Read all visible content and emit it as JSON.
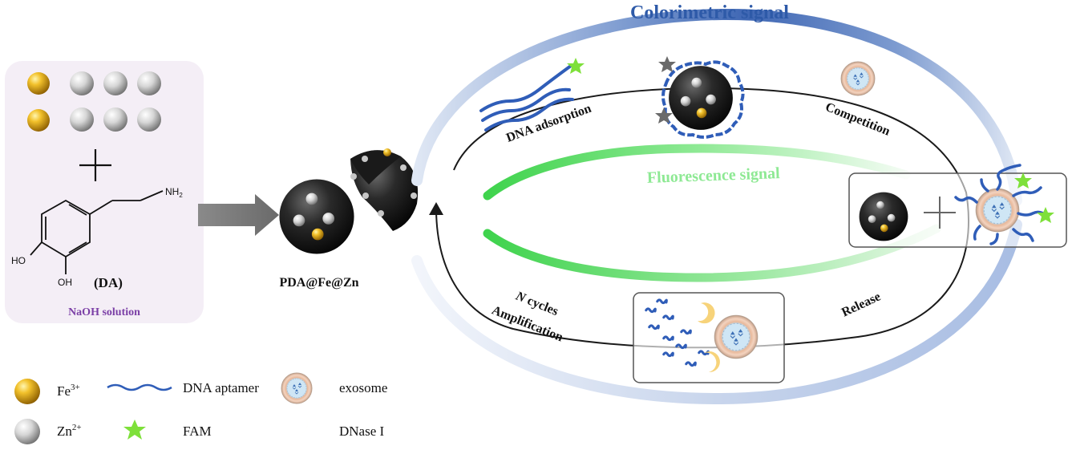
{
  "synthesis": {
    "molecule_label": "(DA)",
    "amine_group": "NH",
    "amine_sub": "2",
    "hydroxyl_top": "HO",
    "hydroxyl_bottom": "OH",
    "solution_label": "NaOH solution",
    "product_label": "PDA@Fe@Zn"
  },
  "cycle": {
    "colorimetric_title": "Colorimetric signal",
    "fluorescence_title": "Fluorescence signal",
    "step_adsorption": "DNA adsorption",
    "step_competition": "Competition",
    "step_release": "Release",
    "step_cycles_prefix": "N",
    "step_cycles_suffix": " cycles",
    "step_amplification": "Amplification"
  },
  "legend": {
    "fe_label": "Fe",
    "fe_sup": "3+",
    "zn_label": "Zn",
    "zn_sup": "2+",
    "aptamer_label": "DNA aptamer",
    "fam_label": "FAM",
    "exosome_label": "exosome",
    "dnase_label": "DNase I"
  },
  "colors": {
    "gold": "#d9a514",
    "blue_signal": "#2e5aa8",
    "green_signal": "#4ddc5a",
    "panel_bg": "#f4eef6",
    "solution_text": "#7b3fa6",
    "dna": "#2f5db8",
    "fam": "#7ee03a"
  }
}
